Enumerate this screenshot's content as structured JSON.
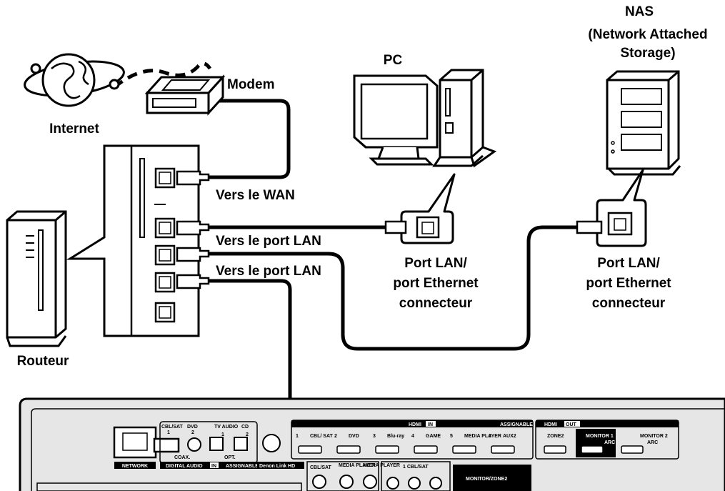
{
  "labels": {
    "internet": "Internet",
    "modem": "Modem",
    "pc": "PC",
    "nas_line1": "NAS",
    "nas_line2": "(Network Attached",
    "nas_line3": "Storage)",
    "router": "Routeur",
    "to_wan": "Vers le WAN",
    "to_lan_1": "Vers le port LAN",
    "to_lan_2": "Vers le port LAN",
    "pc_port_line1": "Port LAN/",
    "pc_port_line2": "port Ethernet",
    "pc_port_line3": "connecteur",
    "nas_port_line1": "Port LAN/",
    "nas_port_line2": "port Ethernet",
    "nas_port_line3": "connecteur"
  },
  "panel": {
    "network": "NETWORK",
    "digital_audio": "DIGITAL AUDIO",
    "in_tag": "IN",
    "assignable_small": "ASSIGNABLE",
    "denon_link": "Denon Link HD",
    "coax": "COAX.",
    "opt": "OPT.",
    "cbl_sat_top": "CBL/SAT",
    "dvd_top": "DVD",
    "tv_audio": "TV AUDIO",
    "cd": "CD",
    "num1": "1",
    "num2": "2",
    "hdmi": "HDMI",
    "hdmi_in": "IN",
    "hdmi_assignable": "ASSIGNABLE",
    "hdmi_out_prefix": "HDMI",
    "hdmi_out": "OUT",
    "in_inputs": [
      {
        "n": "1",
        "name": "CBL/ SAT"
      },
      {
        "n": "2",
        "name": "DVD"
      },
      {
        "n": "3",
        "name": "Blu-ray"
      },
      {
        "n": "4",
        "name": "GAME"
      },
      {
        "n": "5",
        "name": "MEDIA PLAYER"
      },
      {
        "n": "6",
        "name": "AUX2"
      }
    ],
    "zone2": "ZONE2",
    "monitor1": "MONITOR 1",
    "monitor2": "MONITOR 2",
    "arc": "ARC",
    "cbl_sat_bottom": "CBL/SAT",
    "media_player_1": "MEDIA PLAYER",
    "media_player_2": "MEDIA PLAYER",
    "component_cbl_sat": "1 CBL/SAT",
    "monitor_zone2": "MONITOR/ZONE2"
  }
}
